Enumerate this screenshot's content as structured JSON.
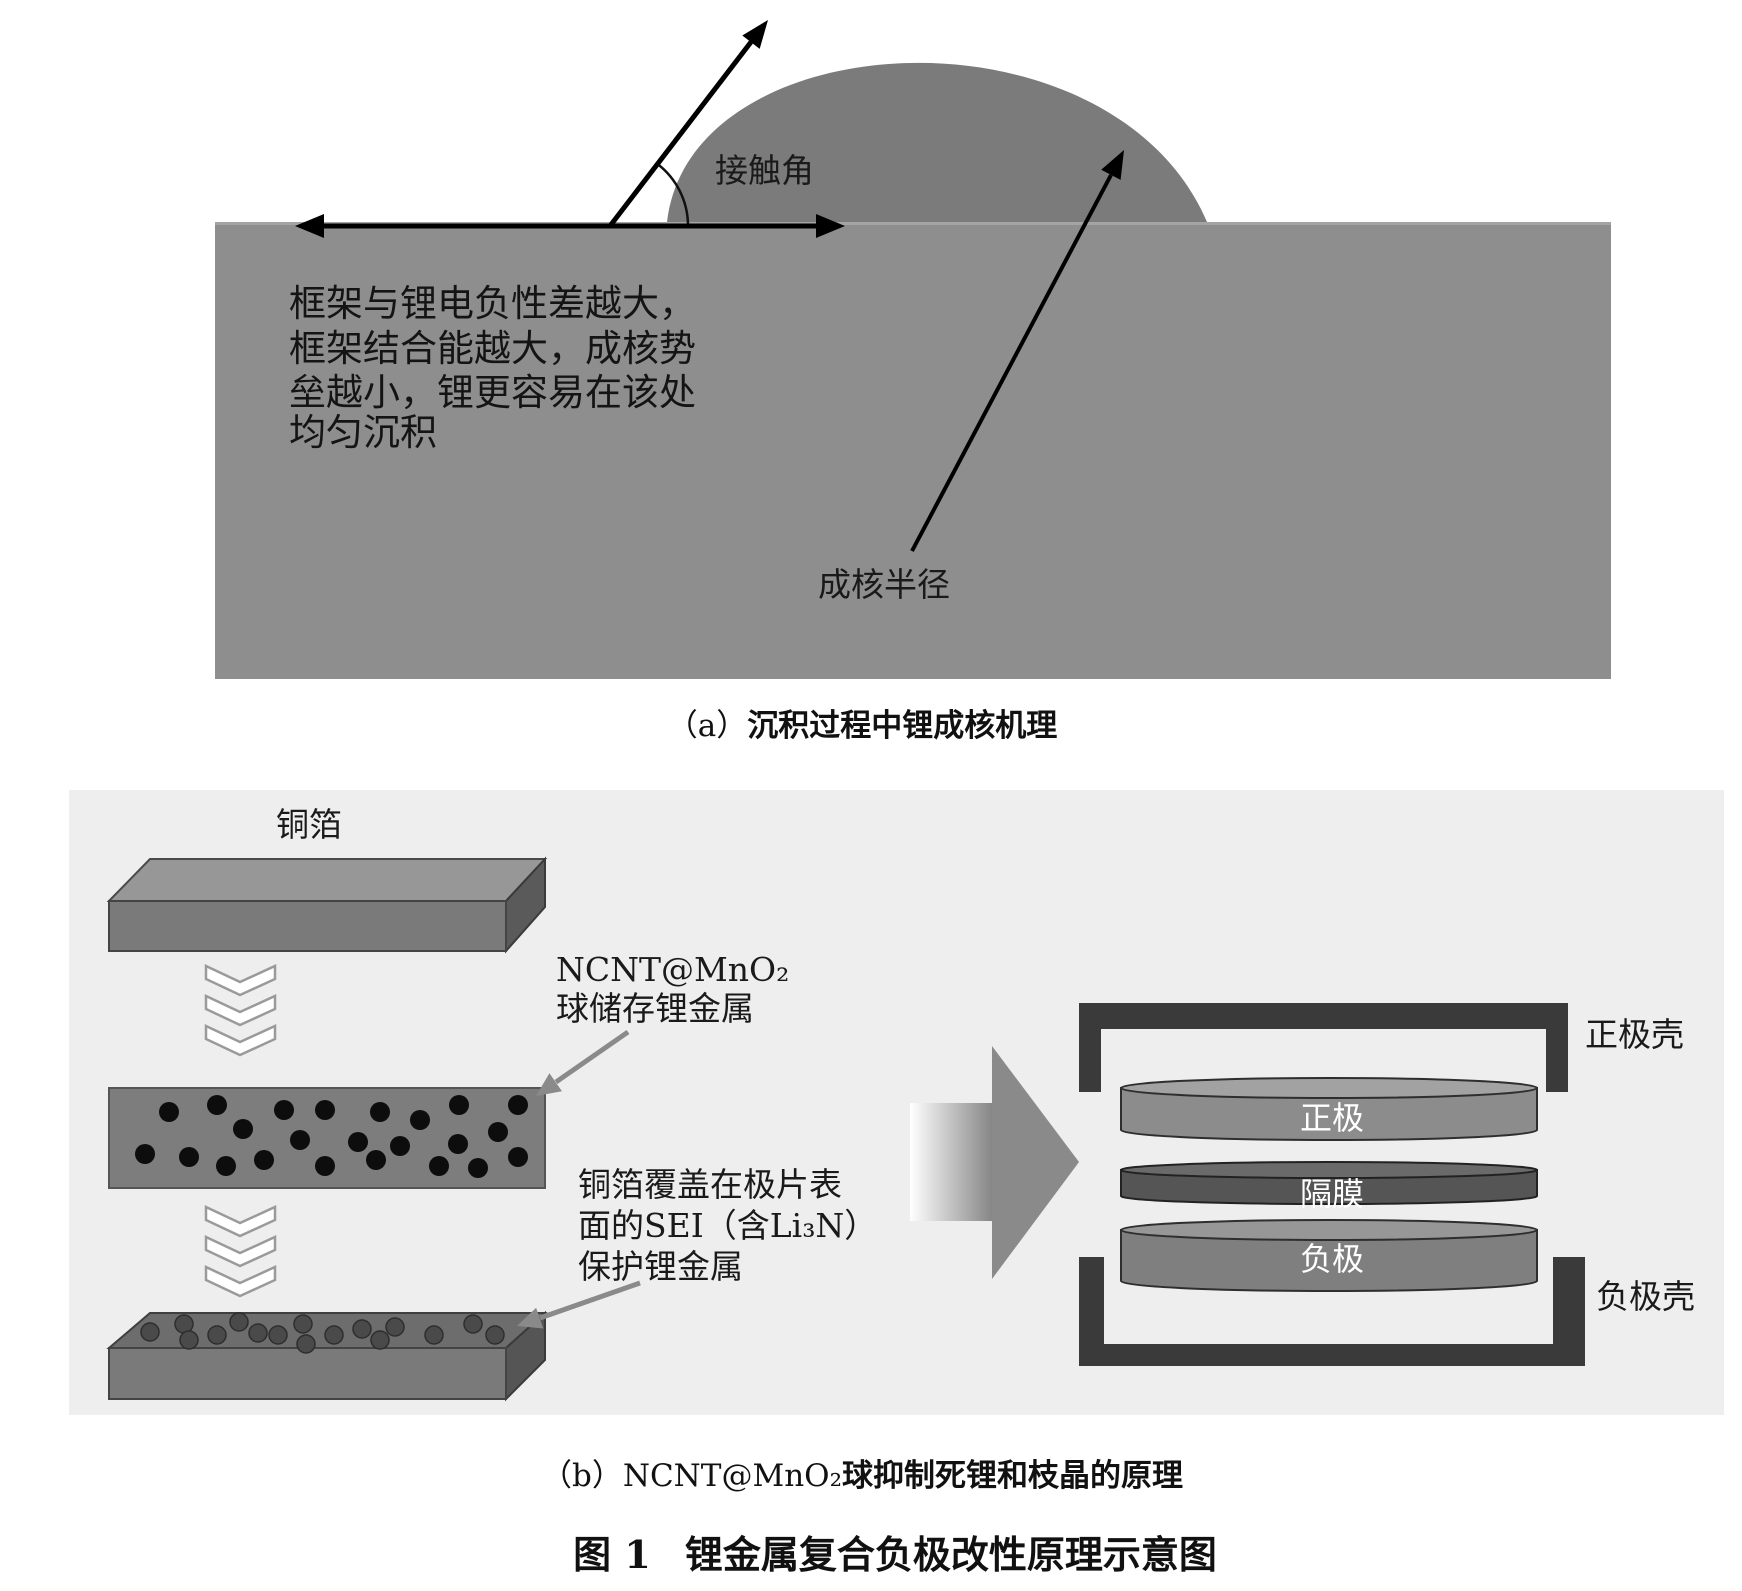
{
  "panel_a": {
    "contact_angle_label": "接触角",
    "nucleation_radius_label": "成核半径",
    "description_lines": [
      "框架与锂电负性差越大，",
      "框架结合能越大，成核势",
      "垒越小，锂更容易在该处",
      "均匀沉积"
    ],
    "caption_label": "（a）",
    "caption_title": "沉积过程中锂成核机理"
  },
  "panel_b": {
    "copper_foil_label": "铜箔",
    "sphere_label_lines": [
      "NCNT@MnO₂",
      "球储存锂金属"
    ],
    "sei_label_lines": [
      "铜箔覆盖在极片表",
      "面的SEI（含Li₃N）",
      "保护锂金属"
    ],
    "cell": {
      "cathode_case": "正极壳",
      "cathode": "正极",
      "separator": "隔膜",
      "anode": "负极",
      "anode_case": "负极壳"
    },
    "caption_label": "（b）",
    "caption_material": "NCNT@MnO₂",
    "caption_title": "球抑制死锂和枝晶的原理"
  },
  "figure_caption": {
    "number": "图 1",
    "title": "锂金属复合负极改性原理示意图"
  },
  "colors": {
    "substrate": "#8e8e8e",
    "droplet": "#7b7b7b",
    "panel_b_background": "#eeeeee",
    "foil": "#7a7a7a",
    "coated_layer": "#7d7d7d",
    "cell_case": "#3a3a3a",
    "cathode": "#8c8c8c",
    "separator": "#555555",
    "anode": "#7f7f7f"
  }
}
